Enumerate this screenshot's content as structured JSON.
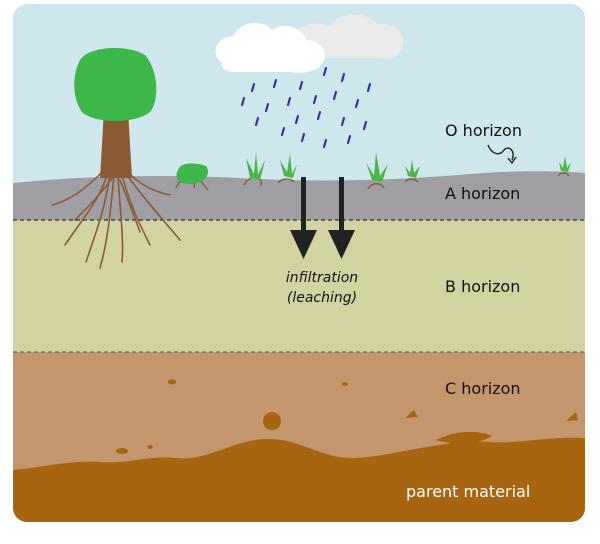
{
  "labels": {
    "o_horizon": "O horizon",
    "a_horizon": "A horizon",
    "b_horizon": "B horizon",
    "c_horizon": "C horizon",
    "parent_material": "parent material",
    "infiltration": "infiltration",
    "leaching": "(leaching)"
  },
  "colors": {
    "sky": "#cde7ec",
    "a_horizon": "#9e9ea3",
    "b_horizon": "#d3d3a2",
    "c_horizon": "#c4966e",
    "parent_material": "#a8650f",
    "grass": "#4ab54a",
    "roots": "#8c5a32",
    "arrow": "#222222",
    "rain": "#1f3f9a",
    "cloud": "#ffffff"
  },
  "icons": {
    "tree": "tree-icon",
    "shrub": "shrub-icon",
    "grass": "grass-tuft-icon",
    "cloud": "cloud-icon",
    "rain": "rain-icon",
    "arrow": "down-arrow-icon",
    "pointer": "curly-arrow-icon"
  }
}
